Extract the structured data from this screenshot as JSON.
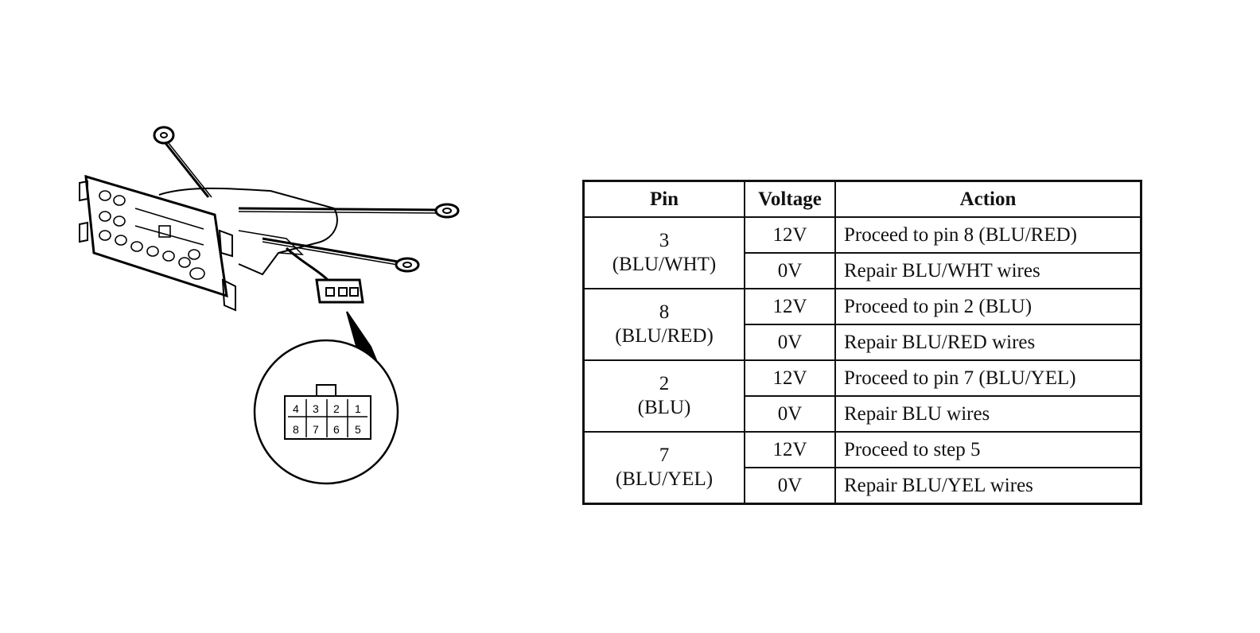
{
  "connector": {
    "pins_top": [
      "4",
      "3",
      "2",
      "1"
    ],
    "pins_bottom": [
      "8",
      "7",
      "6",
      "5"
    ]
  },
  "table": {
    "headers": {
      "pin": "Pin",
      "voltage": "Voltage",
      "action": "Action"
    },
    "groups": [
      {
        "pin": "3",
        "wire": "(BLU/WHT)",
        "rows": [
          {
            "voltage": "12V",
            "action": "Proceed to pin 8 (BLU/RED)"
          },
          {
            "voltage": "0V",
            "action": "Repair BLU/WHT wires"
          }
        ]
      },
      {
        "pin": "8",
        "wire": "(BLU/RED)",
        "rows": [
          {
            "voltage": "12V",
            "action": "Proceed to pin 2 (BLU)"
          },
          {
            "voltage": "0V",
            "action": "Repair BLU/RED wires"
          }
        ]
      },
      {
        "pin": "2",
        "wire": "(BLU)",
        "rows": [
          {
            "voltage": "12V",
            "action": "Proceed to pin 7 (BLU/YEL)"
          },
          {
            "voltage": "0V",
            "action": "Repair BLU wires"
          }
        ]
      },
      {
        "pin": "7",
        "wire": "(BLU/YEL)",
        "rows": [
          {
            "voltage": "12V",
            "action": "Proceed to step 5"
          },
          {
            "voltage": "0V",
            "action": "Repair BLU/YEL wires"
          }
        ]
      }
    ]
  }
}
